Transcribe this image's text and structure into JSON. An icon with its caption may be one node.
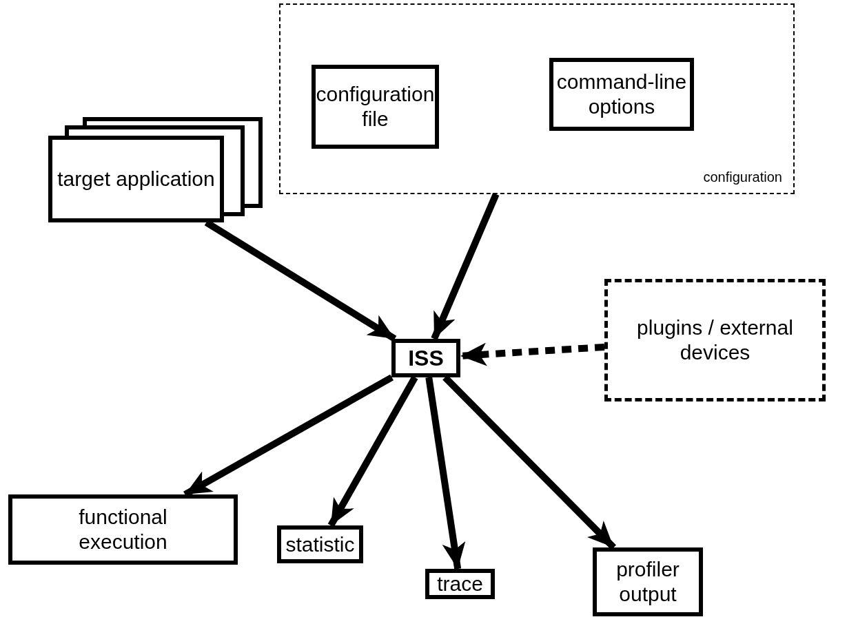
{
  "diagram": {
    "nodes": [
      {
        "text": [
          "configuration"
        ]
      },
      {
        "text": [
          "configuration file"
        ],
        "in": 0
      },
      {
        "text": [
          "command-line options"
        ],
        "in": 0
      },
      {
        "text": [
          "target application"
        ]
      },
      {
        "text": [
          "ISS"
        ]
      },
      {
        "text": [
          "plugins / external devices"
        ]
      },
      {
        "text": [
          "functional execution"
        ]
      },
      {
        "text": [
          "statistic"
        ]
      },
      {
        "text": [
          "trace"
        ]
      },
      {
        "text": [
          "profiler output"
        ]
      }
    ],
    "edges": [
      {
        "from": 3,
        "to": 4,
        "arrow": "to"
      },
      {
        "from": 0,
        "to": 4,
        "arrow": "to"
      },
      {
        "from": 5,
        "to": 4,
        "arrow": "to",
        "style": "dashed"
      },
      {
        "from": 4,
        "to": 6,
        "arrow": "to"
      },
      {
        "from": 4,
        "to": 7,
        "arrow": "to"
      },
      {
        "from": 4,
        "to": 8,
        "arrow": "to"
      },
      {
        "from": 4,
        "to": 9,
        "arrow": "to"
      }
    ]
  }
}
